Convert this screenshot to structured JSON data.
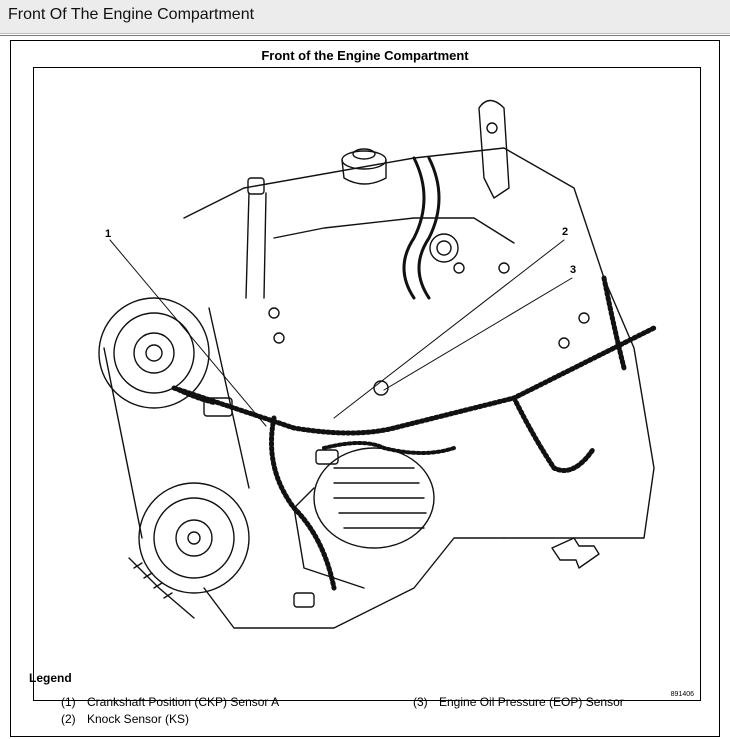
{
  "header": {
    "title": "Front Of The Engine Compartment"
  },
  "figure": {
    "title": "Front of the Engine Compartment",
    "figure_number": "891406",
    "callouts": [
      "1",
      "2",
      "3"
    ]
  },
  "legend": {
    "title": "Legend",
    "items": [
      {
        "num": "(1)",
        "label": "Crankshaft Position (CKP) Sensor A"
      },
      {
        "num": "(2)",
        "label": "Knock Sensor (KS)"
      },
      {
        "num": "(3)",
        "label": "Engine Oil Pressure (EOP) Sensor"
      }
    ]
  }
}
